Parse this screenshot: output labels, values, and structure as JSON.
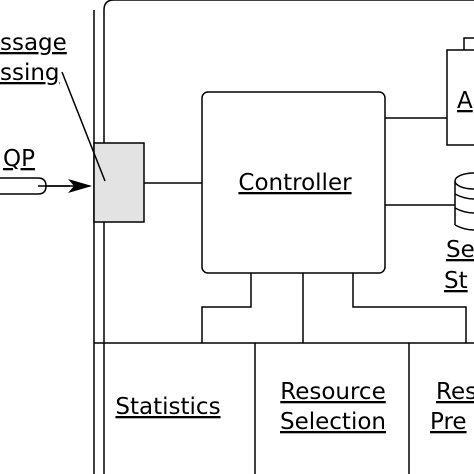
{
  "labels": {
    "message_line1": "ssage",
    "message_line2": "ssing",
    "amqp": "QP",
    "controller": "Controller",
    "right_top": "A",
    "right_mid_line1": "Se",
    "right_mid_line2": "St",
    "statistics": "Statistics",
    "resource_line1": "Resource",
    "resource_line2": "Selection",
    "res_pre_line1": "Res",
    "res_pre_line2": "Pre"
  },
  "colors": {
    "stroke": "#000000",
    "adapter_fill": "#e3e3e3",
    "background": "#ffffff"
  }
}
